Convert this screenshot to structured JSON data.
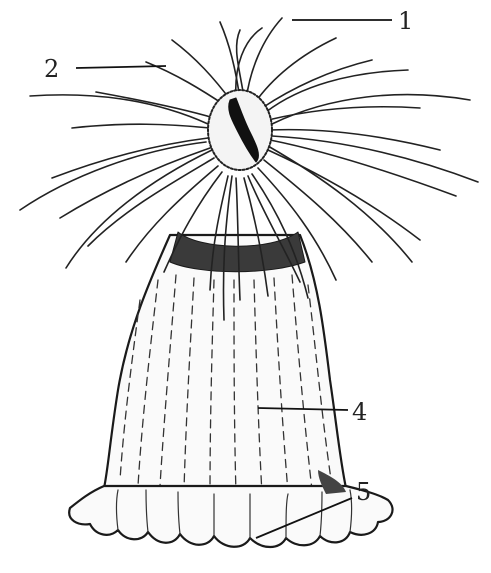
{
  "figure": {
    "subject": "sea-anemone-illustration",
    "labels": [
      {
        "id": "label-1",
        "text": "1"
      },
      {
        "id": "label-2",
        "text": "2"
      },
      {
        "id": "label-4",
        "text": "4"
      },
      {
        "id": "label-5",
        "text": "5"
      }
    ]
  }
}
